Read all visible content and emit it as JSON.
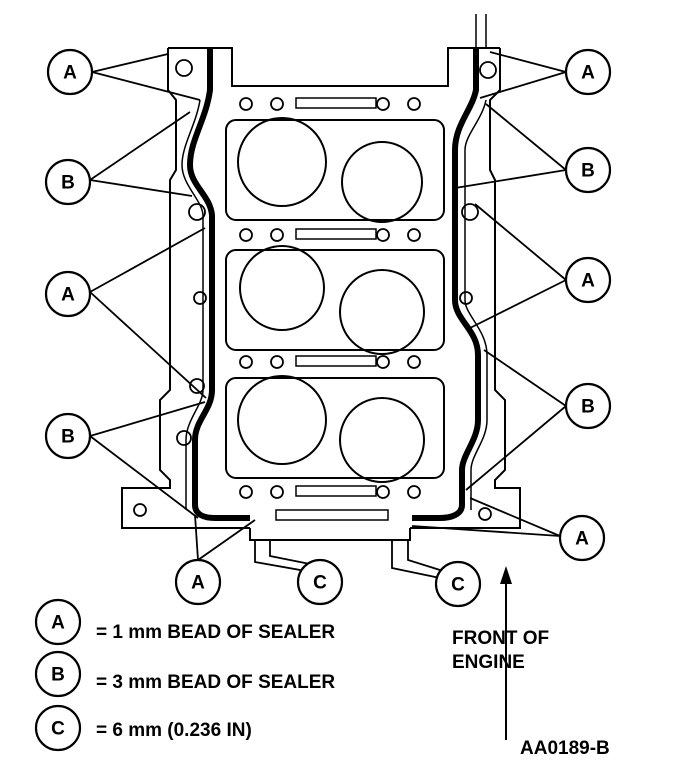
{
  "callouts": {
    "a": "A",
    "b": "B",
    "c": "C"
  },
  "legend": [
    {
      "letter": "A",
      "text": "= 1 mm BEAD OF SEALER"
    },
    {
      "letter": "B",
      "text": "= 3 mm BEAD OF SEALER"
    },
    {
      "letter": "C",
      "text": "= 6 mm (0.236 IN)"
    }
  ],
  "front_of_engine": {
    "line1": "FRONT OF",
    "line2": "ENGINE"
  },
  "figure_id": "AA0189-B"
}
